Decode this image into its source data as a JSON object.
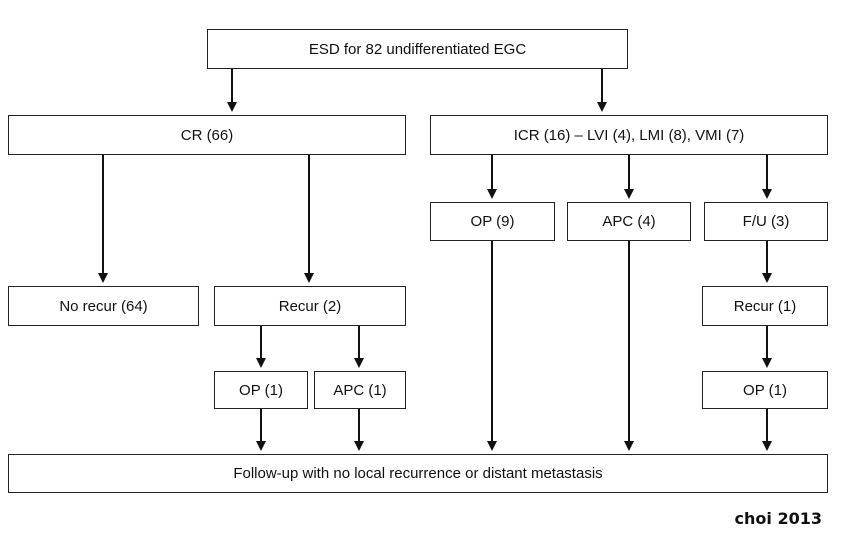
{
  "nodes": {
    "root": "ESD for 82 undifferentiated EGC",
    "cr": "CR (66)",
    "icr": "ICR (16) – LVI (4), LMI (8), VMI (7)",
    "op_icr": "OP (9)",
    "apc_icr": "APC (4)",
    "fu_icr": "F/U (3)",
    "no_recur": "No recur (64)",
    "recur_cr": "Recur (2)",
    "recur_icr": "Recur (1)",
    "op_recur": "OP (1)",
    "apc_recur": "APC (1)",
    "op_icr_recur": "OP (1)",
    "follow_up": "Follow-up with no local recurrence or distant metastasis"
  },
  "credit": "choi 2013"
}
